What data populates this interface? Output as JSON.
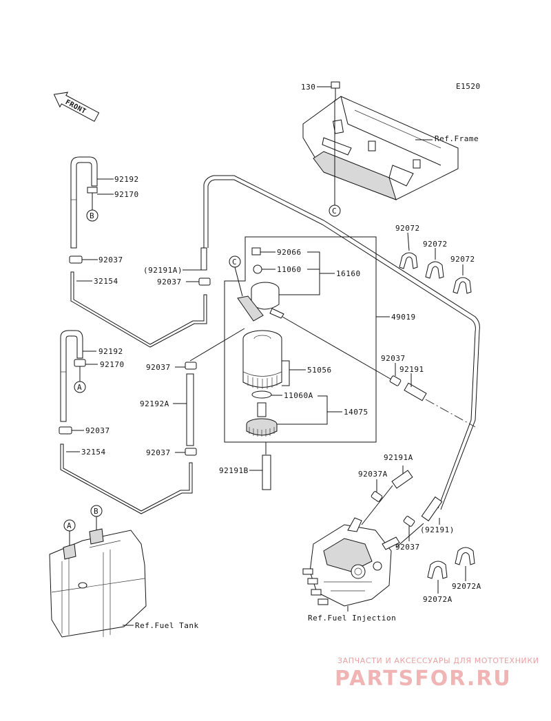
{
  "diagram_code": "E1520",
  "front_label": "FRONT",
  "markers": {
    "a": "A",
    "b": "B",
    "c": "C"
  },
  "labels": {
    "l130": "130",
    "ref_frame": "Ref.Frame",
    "p92192_top": "92192",
    "p92170_top": "92170",
    "p92037_top": "92037",
    "p32154_top": "32154",
    "p92191a_paren": "(92191A)",
    "p92037_mid": "92037",
    "p92066": "92066",
    "p11060": "11060",
    "p16160": "16160",
    "p49019": "49019",
    "p92072_a": "92072",
    "p92072_b": "92072",
    "p92072_c": "92072",
    "p92192_low": "92192",
    "p92170_low": "92170",
    "p92037_left": "92037",
    "p92192a": "92192A",
    "p92037_left2": "92037",
    "p51056": "51056",
    "p11060a": "11060A",
    "p14075": "14075",
    "p92037_right": "92037",
    "p92191": "92191",
    "p92037_low": "92037",
    "p32154_low": "32154",
    "p92191b": "92191B",
    "p92191a": "92191A",
    "p92037a": "92037A",
    "p92191_paren": "(92191)",
    "p92037_inj": "92037",
    "p92072a_r": "92072A",
    "p92072a_l": "92072A",
    "ref_fuel_injection": "Ref.Fuel Injection",
    "ref_fuel_tank": "Ref.Fuel Tank"
  },
  "watermark": {
    "tagline": "ЗАПЧАСТИ И АКСЕССУАРЫ ДЛЯ МОТОТЕХНИКИ",
    "brand": "PARTSFOR.RU"
  }
}
